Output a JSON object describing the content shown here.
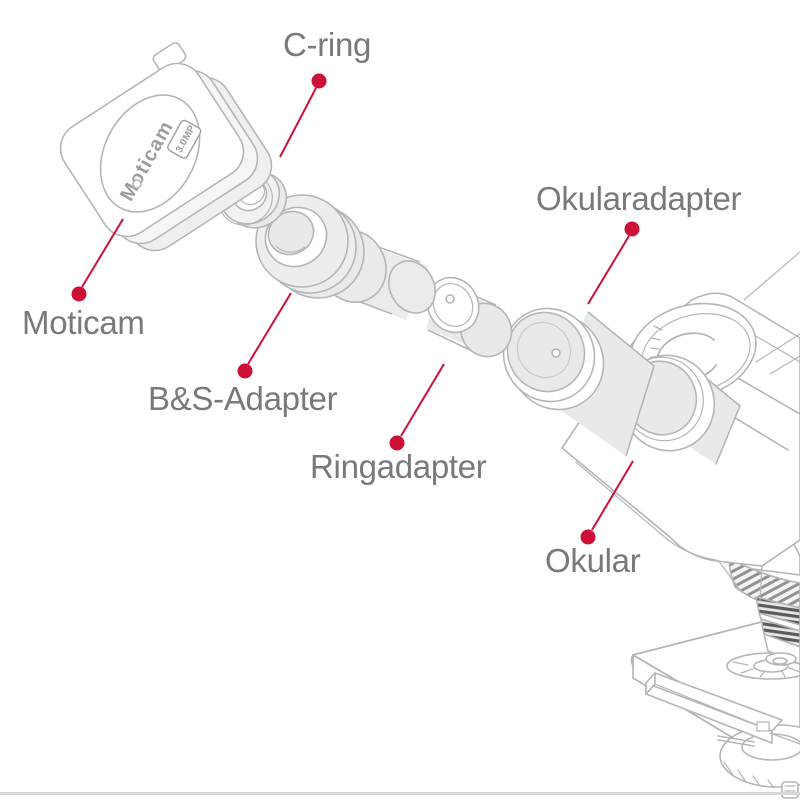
{
  "diagram": {
    "title_context": "Moticam microscope camera exploded-view diagram",
    "labels": {
      "moticam": "Moticam",
      "c_ring": "C-ring",
      "bs_adapter": "B&S-Adapter",
      "ringadapter": "Ringadapter",
      "okularadapter": "Okularadapter",
      "okular": "Okular"
    },
    "camera_markings": {
      "brand": "Moticam",
      "mp_line1": "3.0",
      "mp_line2": "MP"
    },
    "colors": {
      "leader_red": "#cc1038",
      "label_gray": "#76797d",
      "line_gray": "#b3b6b9",
      "fill_gray": "#e8e9ea",
      "divider_gray": "#d6d7d8"
    }
  }
}
